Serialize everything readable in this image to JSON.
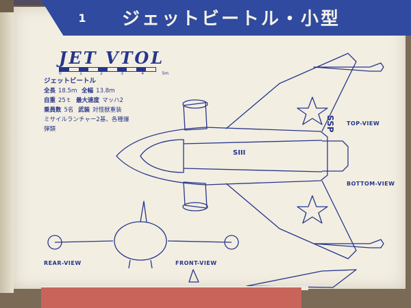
{
  "header": {
    "chapter_number": "1",
    "title": "ジェットビートル・小型"
  },
  "jet": {
    "title": "JET VTOL",
    "scale_ticks": [
      "0",
      "1",
      "2",
      "3",
      "4",
      "5m"
    ],
    "name": "ジェットビートル",
    "spec_lines": [
      [
        "全長",
        "18.5ｍ",
        "全幅",
        "13.8ｍ"
      ],
      [
        "自重",
        "25ｔ",
        "最大速度",
        "マッハ2"
      ],
      [
        "乗員数",
        "5名",
        "武装",
        "対怪獣重装"
      ],
      [
        "ミサイルランチャー2基、各種爆"
      ],
      [
        "弾類"
      ]
    ],
    "fuselage_marking": "SIII",
    "tail_marking": "SSP"
  },
  "views": {
    "top": "TOP-VIEW",
    "bottom": "BOTTOM-VIEW",
    "rear": "REAR-VIEW",
    "front": "FRONT-VIEW"
  },
  "colors": {
    "ink": "#26358b",
    "paper": "#f2eee2",
    "band": "#2f4a9e"
  }
}
